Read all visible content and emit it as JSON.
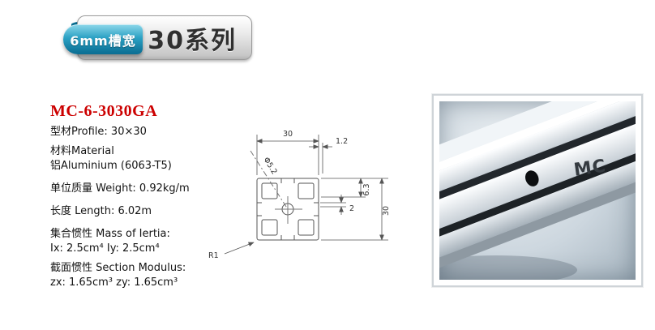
{
  "badge": {
    "slot_width": "6mm槽宽",
    "series": "30系列"
  },
  "product": {
    "model": "MC-6-3030GA",
    "specs": [
      "型材Profile: 30×30",
      "材料Material",
      "铝Aluminium (6063-T5)",
      "单位质量 Weight: 0.92kg/m",
      "长度 Length: 6.02m",
      "集合惯性 Mass of Iertia:",
      "Ix: 2.5cm⁴  Iy: 2.5cm⁴",
      "截面惯性 Section Modulus:",
      "zx: 1.65cm³  zy: 1.65cm³"
    ]
  },
  "drawing": {
    "dim_width_top": "30",
    "dim_wall_thickness": "1.2",
    "dim_center_hole": "Φ5.2",
    "dim_slot_depth": "6.3",
    "dim_slot_lip": "2",
    "dim_height_right": "30",
    "dim_corner_radius": "R1"
  },
  "photo": {
    "brand_mark": "MC"
  },
  "colors": {
    "accent_red": "#cc0000",
    "ribbon_teal": "#1690b5",
    "slot_black": "#22272c"
  }
}
